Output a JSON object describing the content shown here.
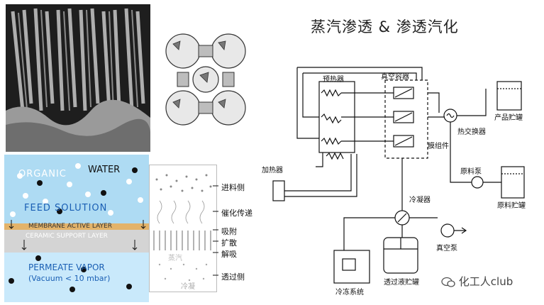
{
  "title": "蒸汽渗透 & 渗透汽化",
  "membrane_diagram": {
    "organic": "ORGANIC",
    "water": "WATER",
    "feed_solution": "FEED SOLUTION",
    "active_layer": "MEMBRANE ACTIVE LAYER",
    "support_layer": "CERAMIC SUPPORT LAYER",
    "permeate_vapor": "PERMEATE VAPOR",
    "vacuum": "(Vacuum < 10 mbar)"
  },
  "transport_diagram": {
    "feed_side": "进料侧",
    "surface_transfer": "催化传递",
    "adsorption": "吸附",
    "diffusion": "扩散",
    "desorption": "解吸",
    "vapor": "蒸汽",
    "condense": "冷凝",
    "permeate_side": "透过侧"
  },
  "process_diagram": {
    "preheater": "预热器",
    "vacuum_unit": "真空容器",
    "heat_exchanger": "热交换器",
    "product_tank": "产品贮罐",
    "module": "膜组件",
    "heater": "加热器",
    "feed_pump": "原料泵",
    "feed_tank": "原料贮罐",
    "condenser": "冷凝器",
    "vacuum_pump": "真空泵",
    "freezer": "冷冻系统",
    "permeate_tank": "透过液贮罐"
  },
  "watermark": "化工人club"
}
